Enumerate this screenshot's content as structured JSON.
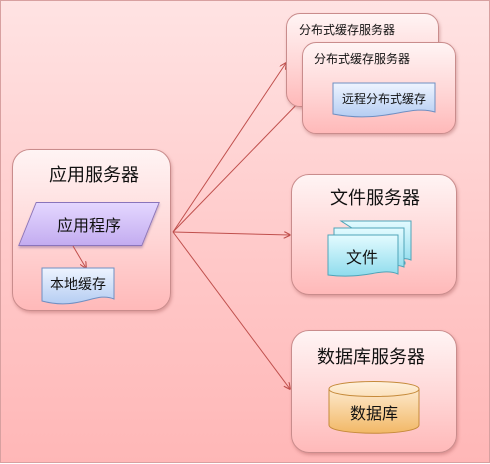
{
  "app_server": {
    "title": "应用服务器",
    "app_program": "应用程序",
    "local_cache": "本地缓存"
  },
  "distributed_cache": {
    "server_back_title": "分布式缓存服务器",
    "server_front_title": "分布式缓存服务器",
    "remote_cache": "远程分布式缓存"
  },
  "file_server": {
    "title": "文件服务器",
    "files": "文件"
  },
  "database_server": {
    "title": "数据库服务器",
    "database": "数据库"
  },
  "colors": {
    "background": "#ffc9c9",
    "server_border": "#c98c8c",
    "arrow": "#c0504d",
    "program": "#c3acf0",
    "document": "#c5d9f5",
    "files": "#a7e8f2",
    "database": "#f5c98a"
  }
}
